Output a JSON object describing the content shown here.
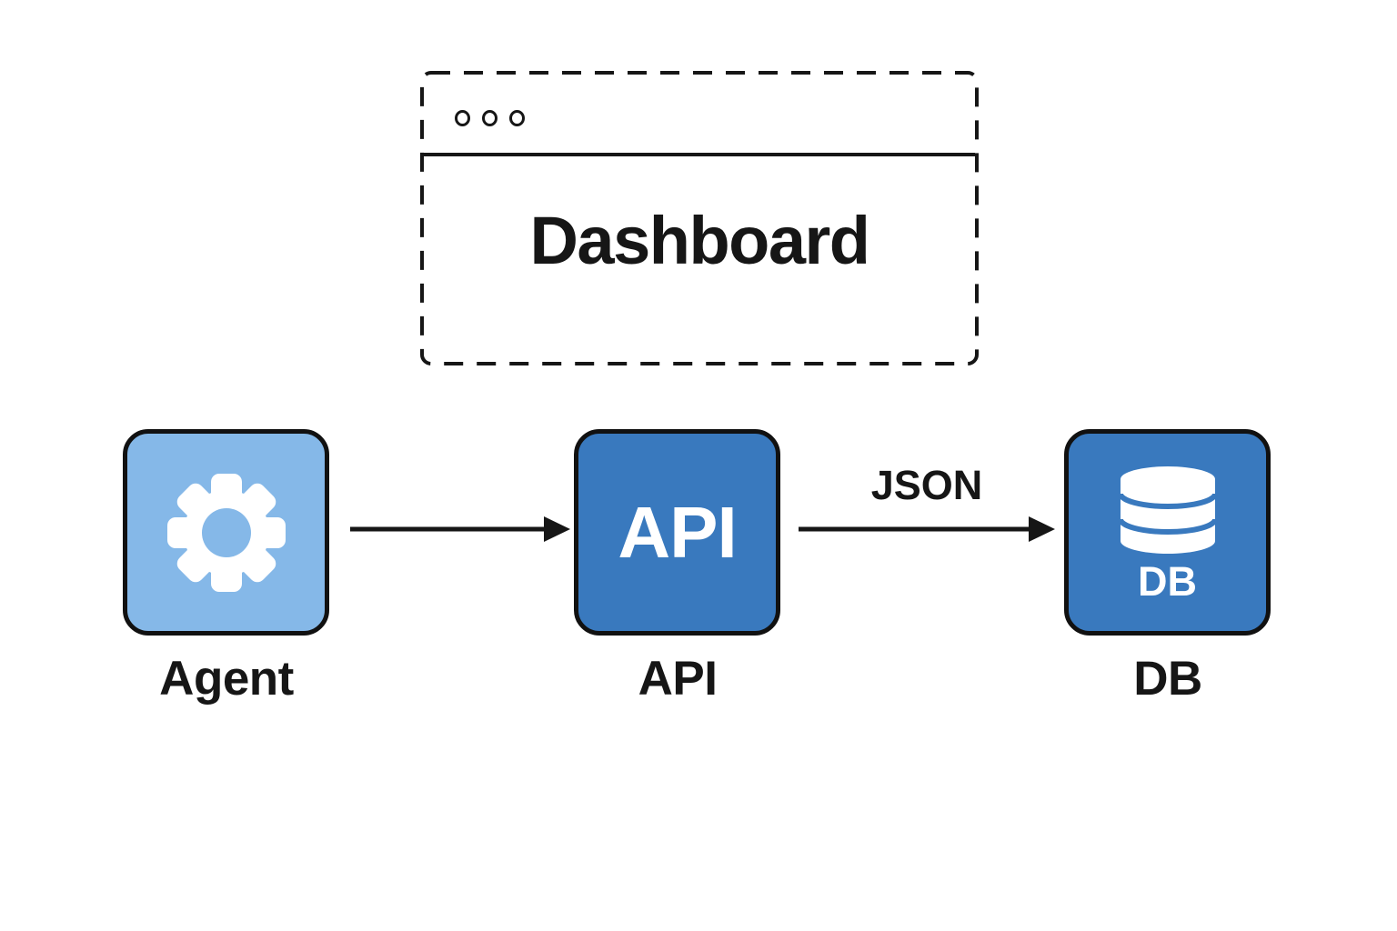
{
  "diagram": {
    "window": {
      "title": "Dashboard",
      "controls_icon": "window-dots-icon"
    },
    "nodes": [
      {
        "id": "agent",
        "label": "Agent",
        "icon": "gear-icon",
        "fill": "#85B8E8"
      },
      {
        "id": "api",
        "label": "API",
        "text": "API",
        "fill": "#3979BE"
      },
      {
        "id": "db",
        "label": "DB",
        "text": "DB",
        "icon": "database-icon",
        "fill": "#3979BE"
      }
    ],
    "edges": [
      {
        "from": "Agent",
        "to": "API",
        "label": ""
      },
      {
        "from": "API",
        "to": "DB",
        "label": "JSON"
      }
    ],
    "colors": {
      "agent_fill": "#85B8E8",
      "api_fill": "#3979BE",
      "db_fill": "#3979BE",
      "outline": "#161616",
      "icon_white": "#FFFFFF",
      "background": "#FFFFFF"
    }
  }
}
